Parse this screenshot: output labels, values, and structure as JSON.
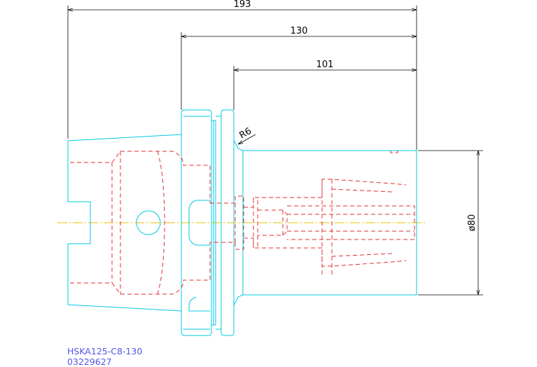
{
  "dimensions": {
    "overall_length": "193",
    "flange_to_end": "130",
    "body_length": "101",
    "radius": "R6",
    "diameter": "ø80"
  },
  "title_block": {
    "part_name": "HSKA125-C8-130",
    "part_number": "03229627"
  },
  "colors": {
    "outline": "#00c8e6",
    "hidden": "#e03030",
    "centerline": "#e8c000",
    "dimension": "#000000",
    "title": "#5555ee"
  }
}
